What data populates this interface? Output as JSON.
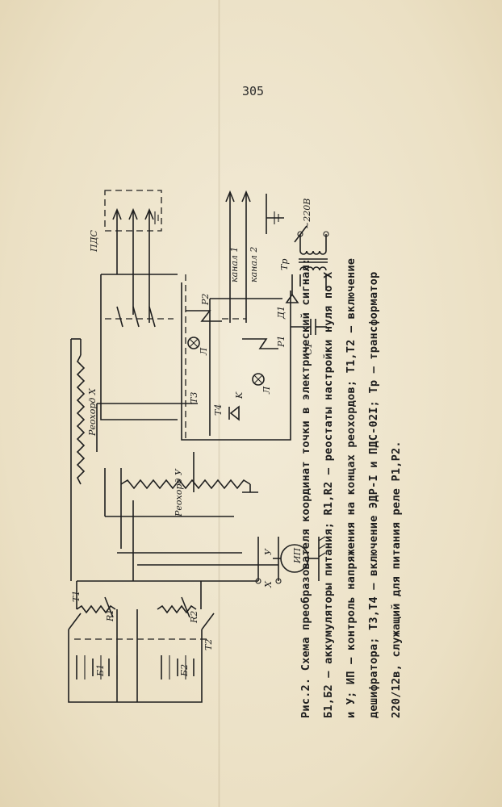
{
  "page": {
    "number": "305"
  },
  "caption": {
    "lines": [
      "Рис.2. Схема преобразователя координат точки в электрический сигнал:",
      "Б1,Б2 – аккумуляторы питания; R1,R2 – реостаты настройки нуля по X",
      "и У; ИП – контроль напряжения на концах реохордов; T1,T2 – включение",
      "дешифратора; T3,T4 – включение ЭДР-I и ПДС-02I; Tp – трансформатор",
      "220/12в, служащий для питания реле P1,P2."
    ]
  },
  "diagram": {
    "labels": {
      "pds": "ПДС",
      "rheochord_x": "Реохорд Х",
      "rheochord_y": "Реохорд У",
      "channel1": "канал 1",
      "channel2": "канал 2",
      "voltage": "~220В",
      "tr": "Tр",
      "b1": "Б1",
      "b2": "Б2",
      "r1": "R1",
      "r2": "R2",
      "t1": "T1",
      "t2": "T2",
      "t3": "T3",
      "t4": "T4",
      "p1": "P1",
      "p2": "P2",
      "c1": "C1",
      "d1": "Д1",
      "l1": "Л",
      "l2": "Л",
      "k": "K",
      "ip": "ИП",
      "x": "X",
      "y": "У"
    }
  }
}
